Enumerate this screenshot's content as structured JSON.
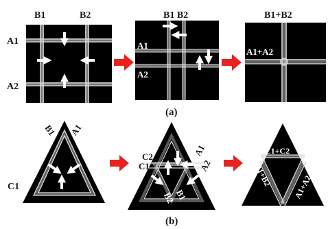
{
  "colors": {
    "panel_background": "#000000",
    "beam": "#d9d9d9",
    "inner_arrows": "#ffffff",
    "transition_arrows": "#e8231f",
    "label_dark": "#1a1a1a",
    "label_light": "#ffffff"
  },
  "panel_a": {
    "caption": "(a)",
    "left": {
      "top_labels": [
        "B1",
        "B2"
      ],
      "side_labels": [
        "A1",
        "A2"
      ]
    },
    "middle": {
      "top_label": "B1 B2",
      "side_labels": [
        "A1",
        "A2"
      ]
    },
    "right": {
      "top_label": "B1+B2",
      "side_label": "A1+A2"
    }
  },
  "panel_b": {
    "caption": "(b)",
    "left": {
      "edge_labels": [
        "B1",
        "A1",
        "C1"
      ]
    },
    "middle": {
      "edge_labels": [
        "C2",
        "C1",
        "A1",
        "A2",
        "B2",
        "B1"
      ]
    },
    "right": {
      "edge_labels": [
        "C1+C2",
        "B1+B2",
        "A1+A2"
      ]
    }
  }
}
